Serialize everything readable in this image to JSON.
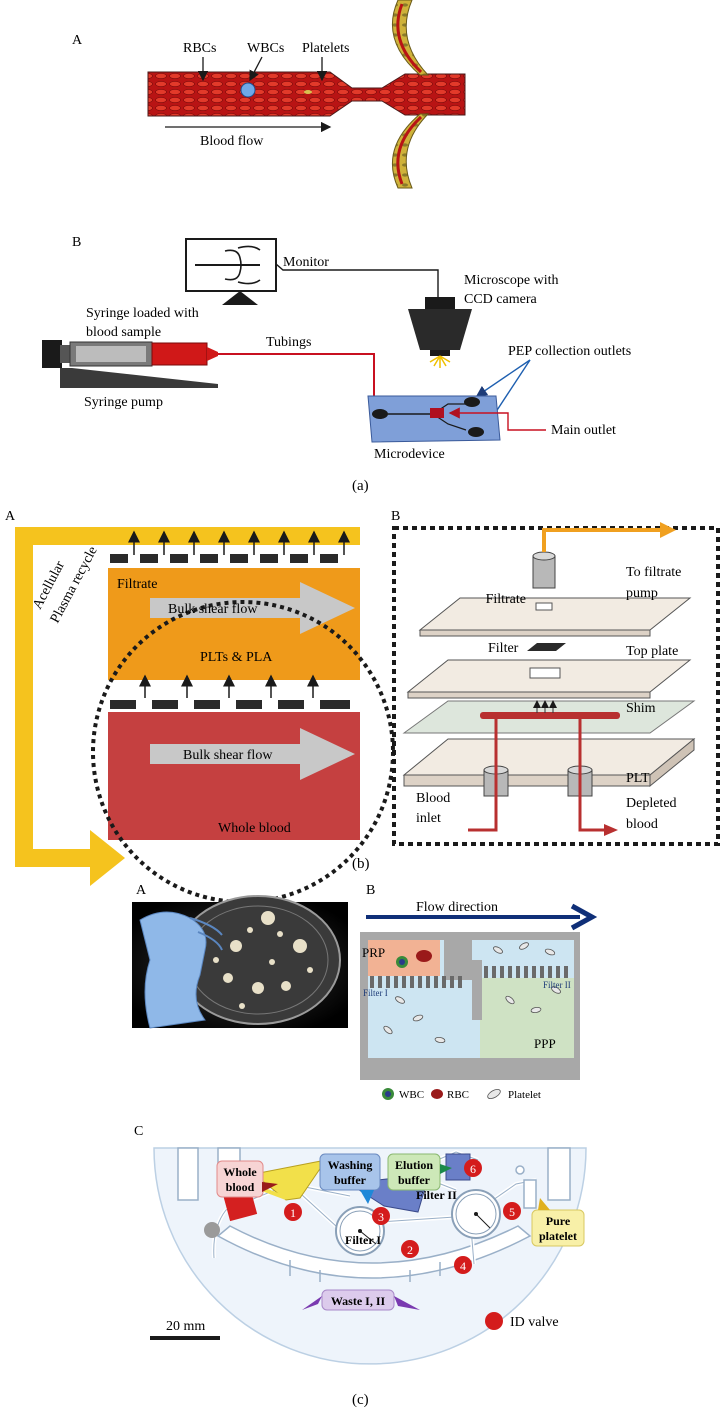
{
  "panel_a": {
    "letter_A": "A",
    "rbcs": "RBCs",
    "wbcs": "WBCs",
    "platelets": "Platelets",
    "blood_flow": "Blood flow",
    "letter_B": "B",
    "monitor": "Monitor",
    "microscope_l1": "Microscope with",
    "microscope_l2": "CCD camera",
    "syringe_l1": "Syringe loaded with",
    "syringe_l2": "blood sample",
    "tubings": "Tubings",
    "pep_outlets": "PEP collection outlets",
    "syringe_pump": "Syringe pump",
    "main_outlet": "Main outlet",
    "microdevice": "Microdevice",
    "caption": "(a)"
  },
  "panel_b": {
    "letter_A": "A",
    "letter_B": "B",
    "acellular_l1": "Acellular",
    "acellular_l2": "Plasma recycle",
    "filtrate": "Filtrate",
    "bulk_shear_top": "Bulk shear flow",
    "plts_pla": "PLTs & PLA",
    "bulk_shear_bottom": "Bulk shear flow",
    "whole_blood": "Whole blood",
    "filtrate_right": "Filtrate",
    "to_filtrate_l1": "To filtrate",
    "to_filtrate_l2": "pump",
    "filter": "Filter",
    "top_plate": "Top plate",
    "shim": "Shim",
    "plt": "PLT",
    "blood_l1": "Blood",
    "blood_l2": "inlet",
    "depleted_l1": "Depleted",
    "depleted_l2": "blood",
    "caption": "(b)"
  },
  "panel_c": {
    "letter_A": "A",
    "letter_B": "B",
    "flow_direction": "Flow direction",
    "prp": "PRP",
    "filter_i": "Filter I",
    "filter_ii": "Filter II",
    "ppp": "PPP",
    "legend_wbc": "WBC",
    "legend_rbc": "RBC",
    "legend_platelet": "Platelet",
    "letter_C": "C",
    "whole_l1": "Whole",
    "whole_l2": "blood",
    "washing_l1": "Washing",
    "washing_l2": "buffer",
    "elution_l1": "Elution",
    "elution_l2": "buffer",
    "pure_l1": "Pure",
    "pure_l2": "platelet",
    "filter_I_disc": "Filter I",
    "filter_II_disc": "Filter II",
    "waste": "Waste I, II",
    "id_valve": "ID valve",
    "scale": "20 mm",
    "valve_1": "1",
    "valve_2": "2",
    "valve_3": "3",
    "valve_4": "4",
    "valve_5": "5",
    "valve_6": "6",
    "caption": "(c)"
  }
}
